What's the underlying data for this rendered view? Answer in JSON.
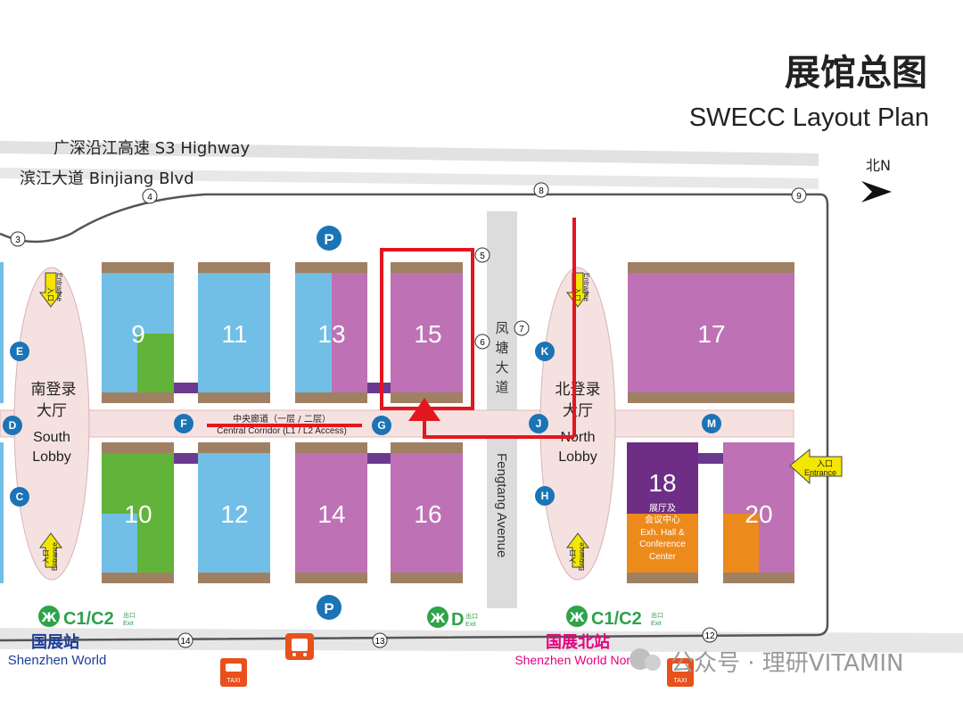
{
  "title": {
    "cn": "展馆总图",
    "en": "SWECC Layout Plan"
  },
  "compass": {
    "label": "北N"
  },
  "roads": {
    "highway": "广深沿江高速 S3 Highway",
    "binjiang": "滨江大道 Binjiang Blvd",
    "fengtang_cn": "凤塘大道",
    "fengtang_en": "Fengtang Avenue"
  },
  "gate_numbers": [
    "3",
    "4",
    "5",
    "6",
    "7",
    "8",
    "9",
    "12",
    "13",
    "14"
  ],
  "halls": [
    {
      "id": "hall-9",
      "label": "9",
      "fill": "blue-green"
    },
    {
      "id": "hall-11",
      "label": "11",
      "fill": "blue"
    },
    {
      "id": "hall-13",
      "label": "13",
      "fill": "blue-purple"
    },
    {
      "id": "hall-15",
      "label": "15",
      "fill": "purple",
      "highlighted": true
    },
    {
      "id": "hall-17",
      "label": "17",
      "fill": "purple"
    },
    {
      "id": "hall-10",
      "label": "10",
      "fill": "green-blue"
    },
    {
      "id": "hall-12",
      "label": "12",
      "fill": "blue"
    },
    {
      "id": "hall-14",
      "label": "14",
      "fill": "purple"
    },
    {
      "id": "hall-16",
      "label": "16",
      "fill": "purple"
    },
    {
      "id": "hall-18",
      "label": "18",
      "fill": "dark-purple-orange",
      "sub_cn": "展厅及\n会议中心",
      "sub_en": "Exh. Hall &\nConference\nCenter"
    },
    {
      "id": "hall-20",
      "label": "20",
      "fill": "orange-purple"
    }
  ],
  "lobbies": {
    "south": {
      "cn": "南登录\n大厅",
      "en": "South\nLobby"
    },
    "north": {
      "cn": "北登录\n大厅",
      "en": "North\nLobby"
    }
  },
  "corridor": {
    "cn": "中央廊道（一层 / 二层）",
    "en": "Central Corridor (L1 / L2 Access)"
  },
  "entrance": {
    "cn": "入口",
    "en": "Entrance"
  },
  "markers": [
    "E",
    "D",
    "C",
    "F",
    "G",
    "K",
    "J",
    "H",
    "M"
  ],
  "parking": "P",
  "metro": {
    "exit_c1c2": "C1/C2",
    "exit_d": "D",
    "exit_small_cn": "出口",
    "exit_small_en": "Exit",
    "station_south_cn": "国展站",
    "station_south_en": "Shenzhen World",
    "station_north_cn": "国展北站",
    "station_north_en": "Shenzhen World North"
  },
  "taxi": "TAXI",
  "watermark": "公众号 · 理研VITAMIN",
  "colors": {
    "hall_blue": "#71bfe6",
    "hall_purple": "#bf71b5",
    "hall_green": "#62b33a",
    "hall_orange": "#ec8a1b",
    "hall_dark_purple": "#6e2e85",
    "hall_cap": "#a08063",
    "connector": "#6b3a8e",
    "lobby": "#f6e1e1",
    "road": "#dcdcdc",
    "highlight_red": "#e3161f",
    "marker_blue": "#1a74b5",
    "metro_green": "#2fa24a",
    "station_blue": "#1d3e98",
    "station_pink": "#e6007e",
    "entrance_yellow": "#f3e600"
  }
}
